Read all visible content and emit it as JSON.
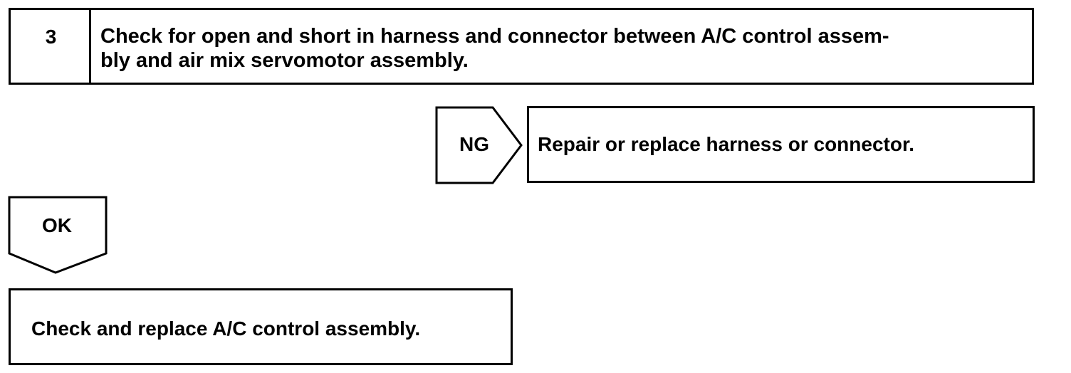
{
  "step": {
    "number": "3",
    "text": "Check for open and short in harness and connector between A/C control assem-\nbly and air mix servomotor assembly."
  },
  "ng_branch": {
    "label": "NG",
    "action": "Repair or replace harness or connector."
  },
  "ok_branch": {
    "label": "OK",
    "action": "Check and replace A/C control assembly."
  }
}
